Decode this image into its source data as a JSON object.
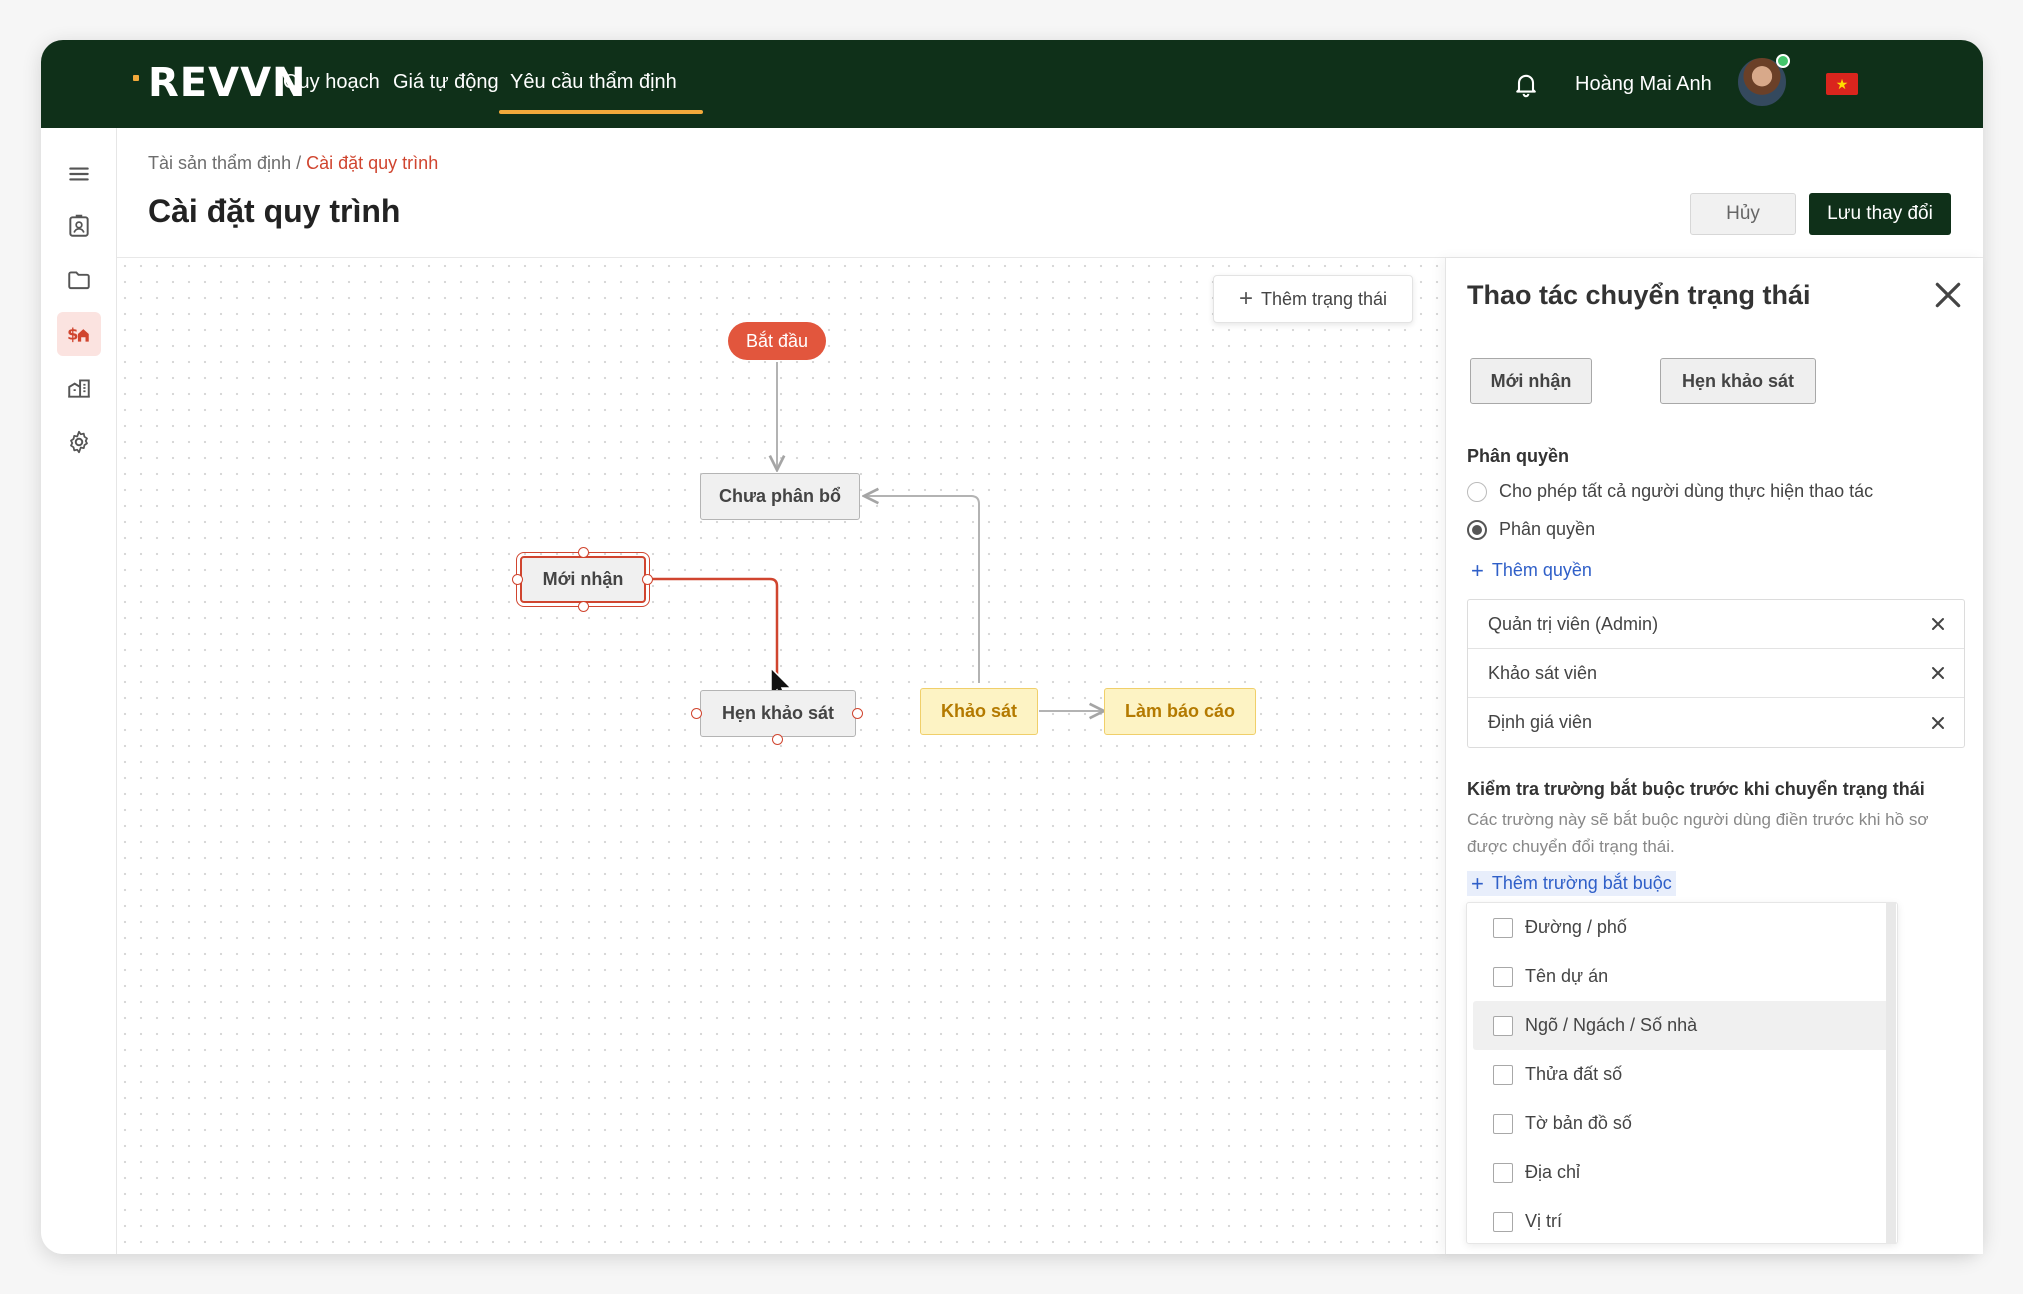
{
  "brand": {
    "logo_text": "REVVN"
  },
  "nav": {
    "items": [
      "Quy hoạch",
      "Giá tự động",
      "Yêu cầu thẩm định"
    ],
    "active_index": 2
  },
  "user": {
    "name": "Hoàng Mai Anh"
  },
  "breadcrumb": {
    "parent": "Tài sản thẩm định",
    "separator": "/",
    "current": "Cài đặt quy trình"
  },
  "page": {
    "title": "Cài đặt quy trình"
  },
  "actions": {
    "cancel_label": "Hủy",
    "save_label": "Lưu  thay đổi"
  },
  "canvas": {
    "add_status_label": "Thêm trạng thái",
    "nodes": {
      "start": "Bắt đầu",
      "unassigned": "Chưa phân bổ",
      "new": "Mới nhận",
      "survey_appointment": "Hẹn khảo sát",
      "survey": "Khảo sát",
      "report": "Làm báo cáo"
    }
  },
  "panel": {
    "title": "Thao tác chuyển trạng thái",
    "transition": {
      "from": "Mới nhận",
      "to": "Hẹn khảo sát"
    },
    "permission": {
      "label": "Phân quyền",
      "option_all": "Cho phép tất cả người dùng thực hiện thao tác",
      "option_custom": "Phân quyền",
      "selected": "custom",
      "add_label": "Thêm quyền",
      "roles": [
        "Quản trị viên (Admin)",
        "Khảo sát viên",
        "Định giá viên"
      ]
    },
    "required_fields": {
      "label": "Kiểm tra trường bắt buộc trước khi chuyển trạng thái",
      "description": "Các trường này sẽ bắt buộc người dùng điền trước khi hồ sơ được chuyển đổi trạng thái.",
      "add_label": "Thêm trường bắt buộc",
      "options": [
        "Đường / phố",
        "Tên dự án",
        "Ngõ / Ngách / Số nhà",
        "Thửa đất số",
        "Tờ bản đồ số",
        "Địa chỉ",
        "Vị trí"
      ],
      "hovered_index": 2
    }
  },
  "colors": {
    "topbar": "#0f3019",
    "accent_orange": "#f2a93b",
    "accent_red": "#d0452f",
    "link_blue": "#2f5fc8",
    "node_yellow_bg": "#fdf3c4",
    "node_yellow_text": "#b47a00"
  },
  "icons": [
    "menu-icon",
    "contact-card-icon",
    "folder-icon",
    "money-house-icon",
    "building-icon",
    "gear-icon",
    "bell-icon",
    "close-icon"
  ]
}
